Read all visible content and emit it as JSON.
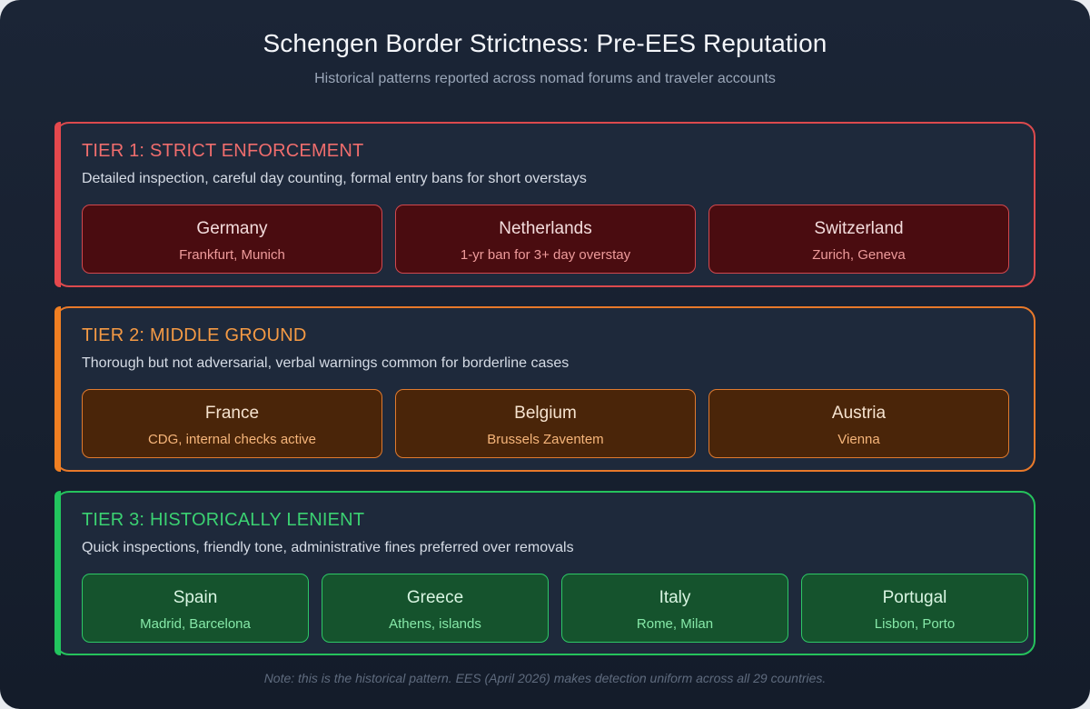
{
  "title": "Schengen Border Strictness: Pre-EES Reputation",
  "subtitle": "Historical patterns reported across nomad forums and traveler accounts",
  "colors": {
    "tier1_accent": "#e5484d",
    "tier2_accent": "#f07f22",
    "tier3_accent": "#22c55e",
    "background": "#1b2536"
  },
  "tiers": [
    {
      "heading": "TIER 1: STRICT ENFORCEMENT",
      "description": "Detailed inspection, careful day counting, formal entry bans for short overstays",
      "countries": [
        {
          "name": "Germany",
          "detail": "Frankfurt, Munich"
        },
        {
          "name": "Netherlands",
          "detail": "1-yr ban for 3+ day overstay"
        },
        {
          "name": "Switzerland",
          "detail": "Zurich, Geneva"
        }
      ]
    },
    {
      "heading": "TIER 2: MIDDLE GROUND",
      "description": "Thorough but not adversarial, verbal warnings common for borderline cases",
      "countries": [
        {
          "name": "France",
          "detail": "CDG, internal checks active"
        },
        {
          "name": "Belgium",
          "detail": "Brussels Zaventem"
        },
        {
          "name": "Austria",
          "detail": "Vienna"
        }
      ]
    },
    {
      "heading": "TIER 3: HISTORICALLY LENIENT",
      "description": "Quick inspections, friendly tone, administrative fines preferred over removals",
      "countries": [
        {
          "name": "Spain",
          "detail": "Madrid, Barcelona"
        },
        {
          "name": "Greece",
          "detail": "Athens, islands"
        },
        {
          "name": "Italy",
          "detail": "Rome, Milan"
        },
        {
          "name": "Portugal",
          "detail": "Lisbon, Porto"
        }
      ]
    }
  ],
  "footnote": "Note: this is the historical pattern. EES (April 2026) makes detection uniform across all 29 countries."
}
